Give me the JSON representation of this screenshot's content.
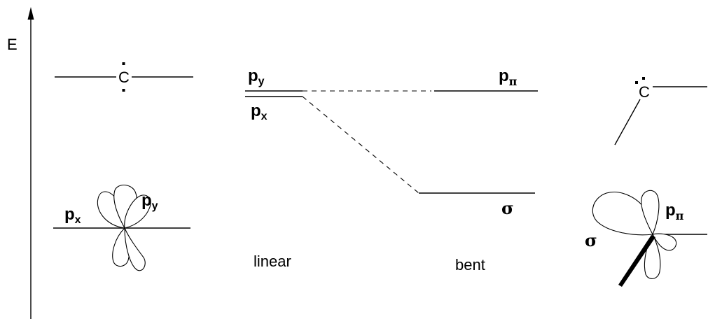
{
  "axis": {
    "label": "E"
  },
  "left": {
    "carbon_symbol": "C",
    "orbital_px": {
      "main": "p",
      "sub": "x"
    },
    "orbital_py": {
      "main": "p",
      "sub": "y"
    }
  },
  "levels": {
    "py": {
      "main": "p",
      "sub": "y"
    },
    "px": {
      "main": "p",
      "sub": "x"
    },
    "ppi": {
      "main": "p",
      "sub": "π"
    },
    "sigma": "σ"
  },
  "captions": {
    "linear": "linear",
    "bent": "bent"
  },
  "right": {
    "carbon_symbol": "C",
    "sigma": "σ",
    "ppi": {
      "main": "p",
      "sub": "π"
    }
  }
}
